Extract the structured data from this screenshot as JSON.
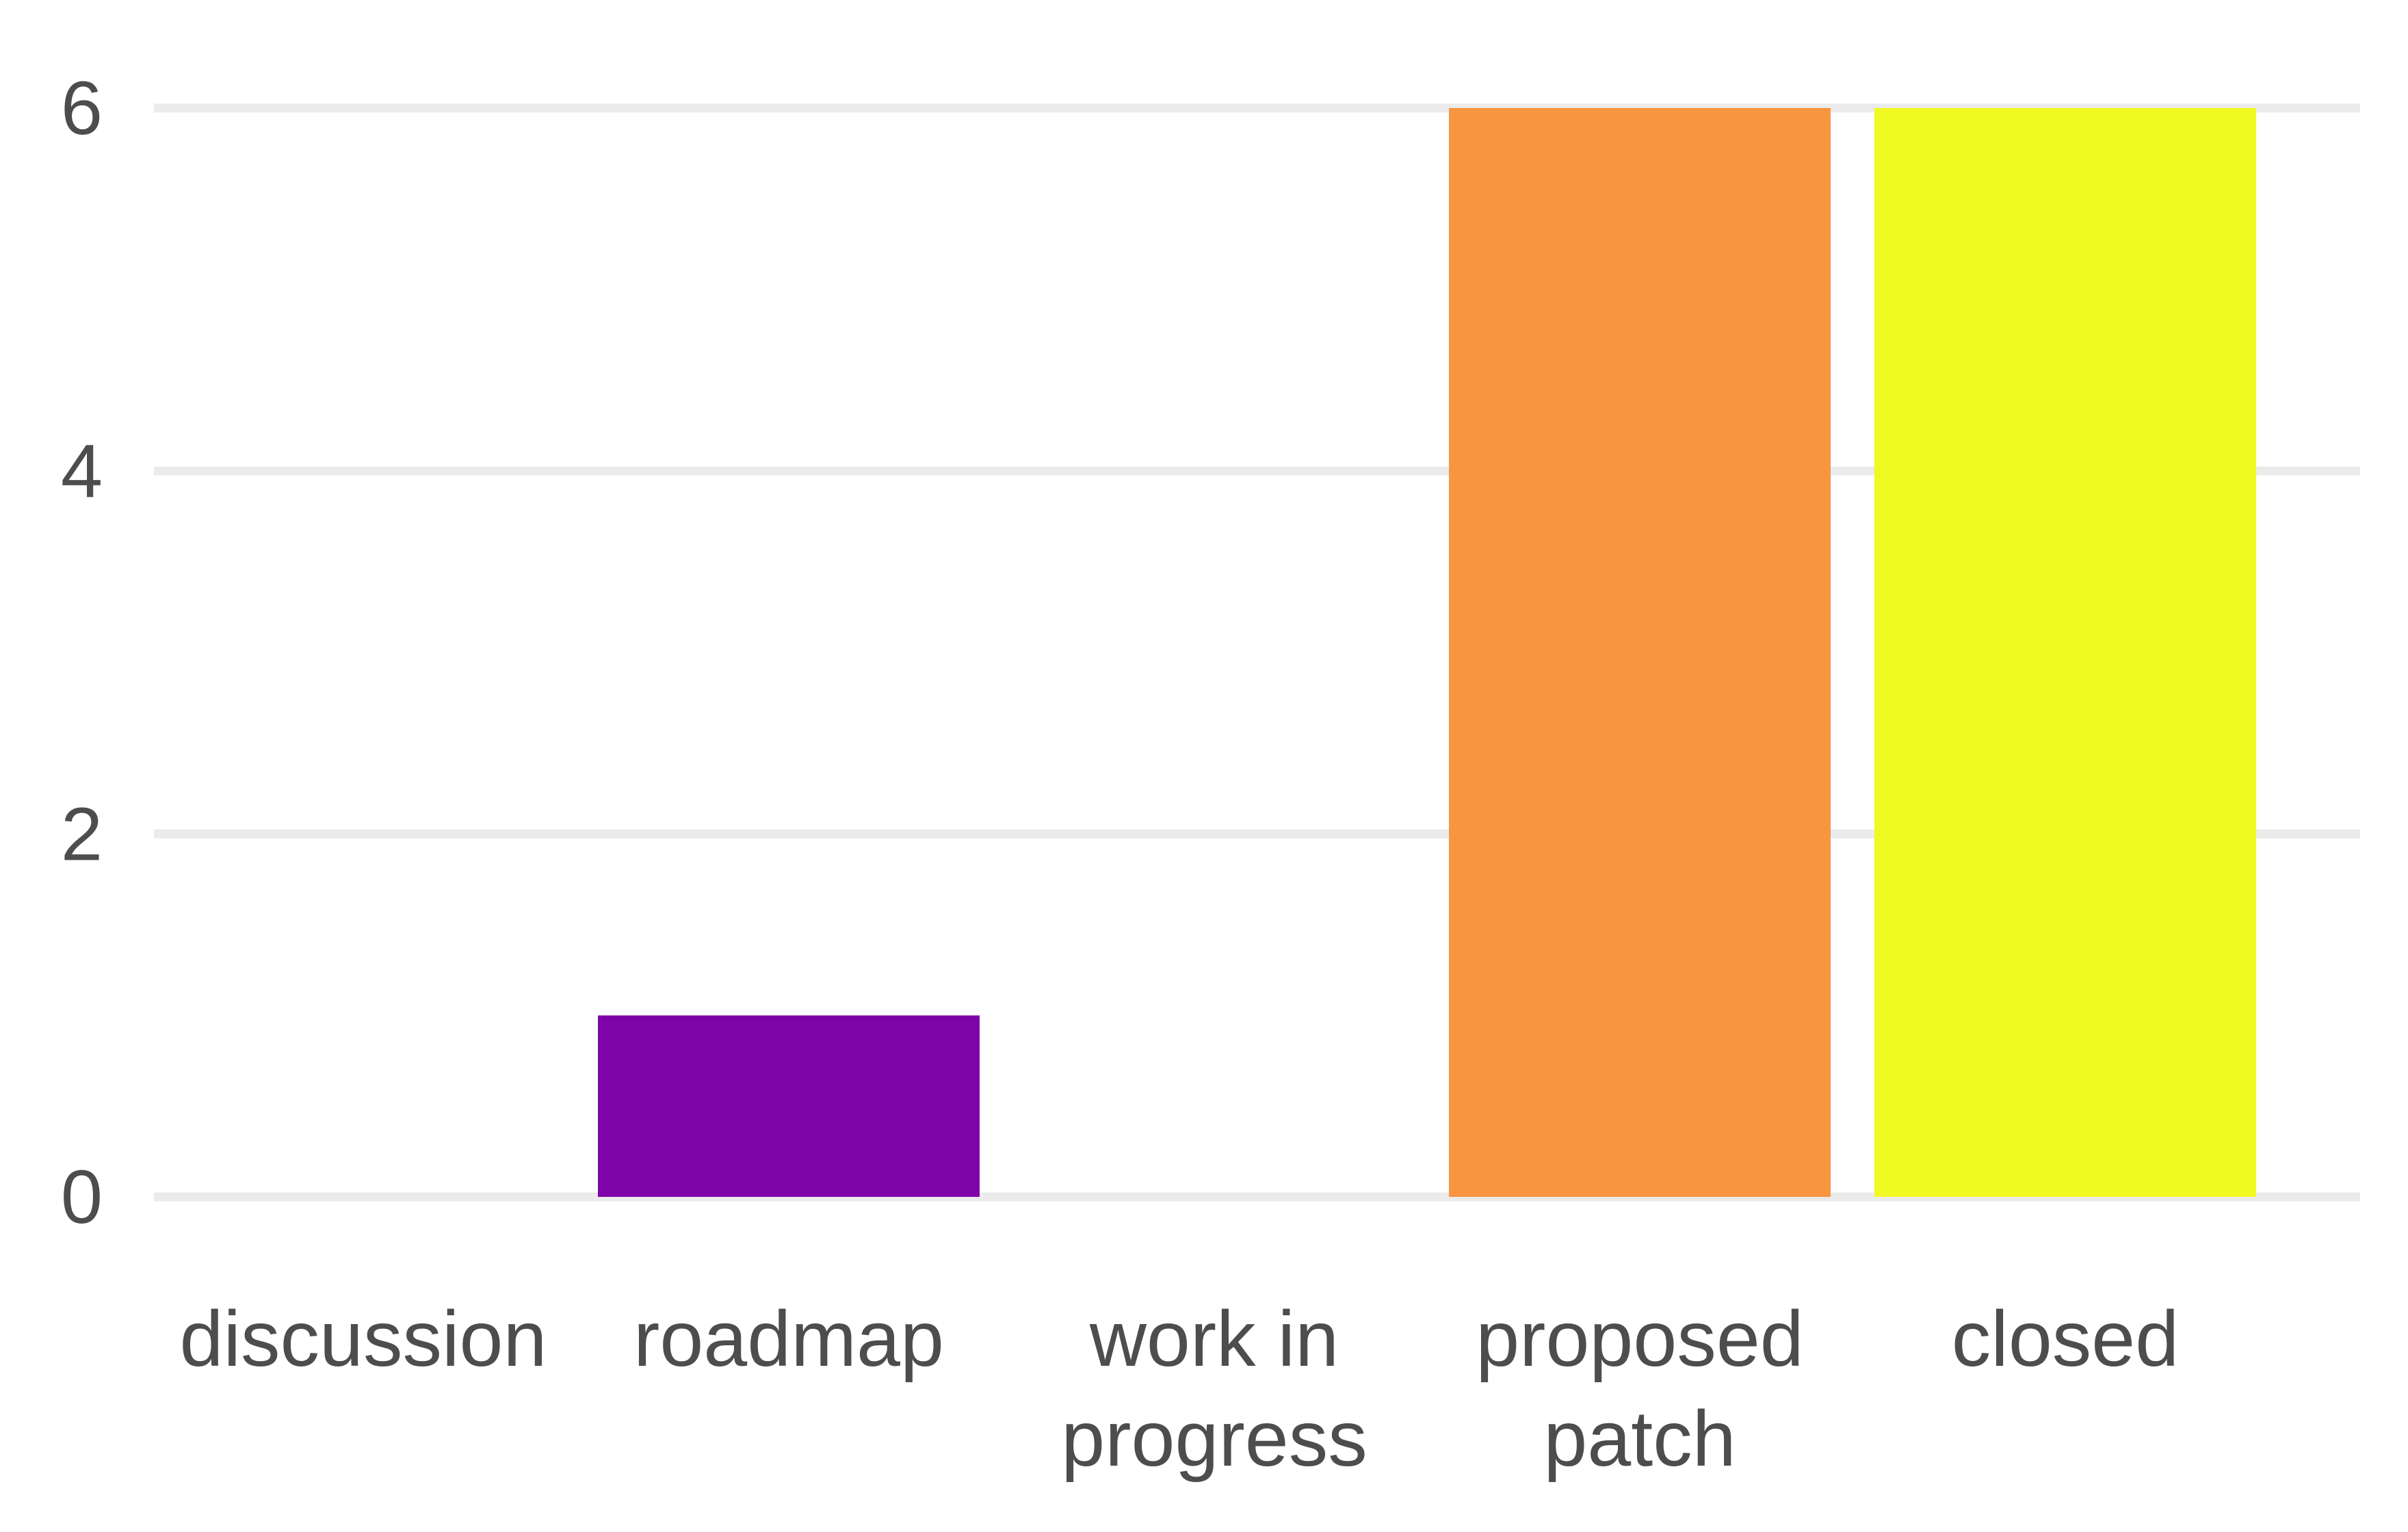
{
  "chart_data": {
    "type": "bar",
    "categories": [
      "discussion",
      "roadmap",
      "work in progress",
      "proposed patch",
      "closed"
    ],
    "category_lines": [
      [
        "discussion"
      ],
      [
        "roadmap"
      ],
      [
        "work in",
        "progress"
      ],
      [
        "proposed",
        "patch"
      ],
      [
        "closed"
      ]
    ],
    "values": [
      0,
      1,
      0,
      6,
      6
    ],
    "colors": [
      "#0d0887",
      "#7e03a8",
      "#cc4778",
      "#f89540",
      "#f0f921"
    ],
    "yticks": [
      0,
      2,
      4,
      6
    ],
    "ylim": [
      0,
      6
    ],
    "grid": true,
    "legend": "none",
    "title": "",
    "xlabel": "",
    "ylabel": ""
  }
}
